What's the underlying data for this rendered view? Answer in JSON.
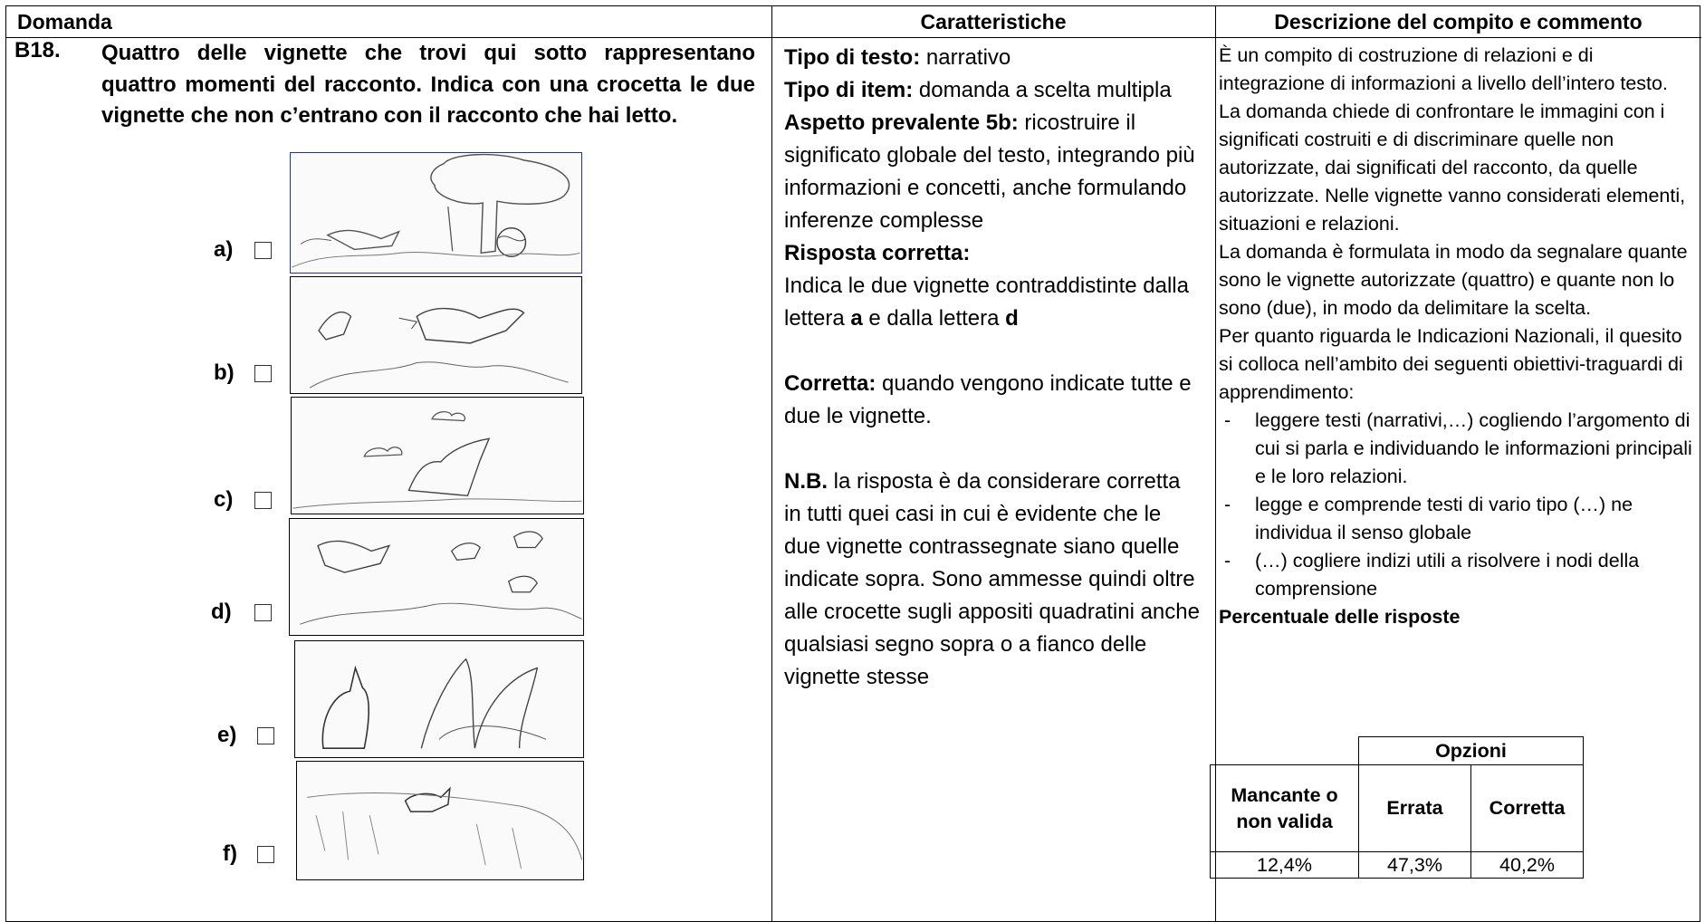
{
  "header": {
    "col1": "Domanda",
    "col2": "Caratteristiche",
    "col3": "Descrizione del compito e commento"
  },
  "question": {
    "number": "B18.",
    "text": "Quattro delle vignette che trovi qui sotto rappresentano quattro momenti del racconto. Indica con una crocetta le due vignette che non c’entrano con il racconto che hai letto.",
    "options": [
      {
        "label": "a)",
        "checkbox": "☐",
        "picture": "fox chasing a ball near a tree"
      },
      {
        "label": "b)",
        "checkbox": "☐",
        "picture": "fox chasing a hare over bushes"
      },
      {
        "label": "c)",
        "checkbox": "☐",
        "picture": "hare in grass with clouds"
      },
      {
        "label": "d)",
        "checkbox": "☐",
        "picture": "fox chasing three hares"
      },
      {
        "label": "e)",
        "checkbox": "☐",
        "picture": "fox sitting near tall plants"
      },
      {
        "label": "f)",
        "checkbox": "☐",
        "picture": "hare hiding in tall grass"
      }
    ]
  },
  "characteristics": {
    "tipo_testo_label": "Tipo di testo:",
    "tipo_testo_value": " narrativo",
    "tipo_item_label": "Tipo di item:",
    "tipo_item_value": " domanda a scelta multipla",
    "aspetto_label": "Aspetto prevalente 5b:",
    "aspetto_value": " ricostruire il significato globale del testo, integrando più informazioni e concetti, anche formulando inferenze complesse",
    "risposta_label": "Risposta corretta:",
    "risposta_pre": "Indica le due vignette contraddistinte dalla lettera ",
    "risposta_a": "a",
    "risposta_mid": " e dalla lettera ",
    "risposta_d": "d",
    "corretta_label": "Corretta:",
    "corretta_value": " quando vengono indicate tutte e due le vignette.",
    "nb_label": "N.B.",
    "nb_value": " la risposta è da considerare corretta in tutti quei casi in cui è evidente che le due vignette contrassegnate siano quelle indicate sopra. Sono ammesse quindi oltre alle crocette sugli appositi quadratini anche qualsiasi segno sopra o a fianco delle vignette stesse"
  },
  "description": {
    "p1": "È un compito di costruzione di relazioni e di integrazione di informazioni a livello dell’intero testo.",
    "p2": "La domanda chiede di confrontare le immagini con i significati costruiti e di discriminare quelle non autorizzate, dai significati del racconto, da quelle autorizzate. Nelle vignette vanno considerati elementi, situazioni e relazioni.",
    "p3": "La domanda è formulata in modo da segnalare quante sono le vignette autorizzate (quattro) e quante non lo sono (due), in modo da delimitare la scelta.",
    "p4": "Per quanto riguarda le Indicazioni Nazionali, il quesito si colloca nell’ambito dei seguenti obiettivi-traguardi di apprendimento:",
    "bullets": [
      "leggere testi (narrativi,…) cogliendo l’argomento di cui si parla e individuando le informazioni principali e le loro relazioni.",
      "legge e comprende testi di vario tipo (…) ne individua il senso globale",
      "(…) cogliere indizi utili a risolvere i nodi della comprensione"
    ],
    "bullet_marker": "-",
    "pct_title": "Percentuale delle risposte"
  },
  "percent_table": {
    "group_header": "Opzioni",
    "headers": [
      "Mancante o non valida",
      "Errata",
      "Corretta"
    ],
    "values": [
      "12,4%",
      "47,3%",
      "40,2%"
    ]
  }
}
